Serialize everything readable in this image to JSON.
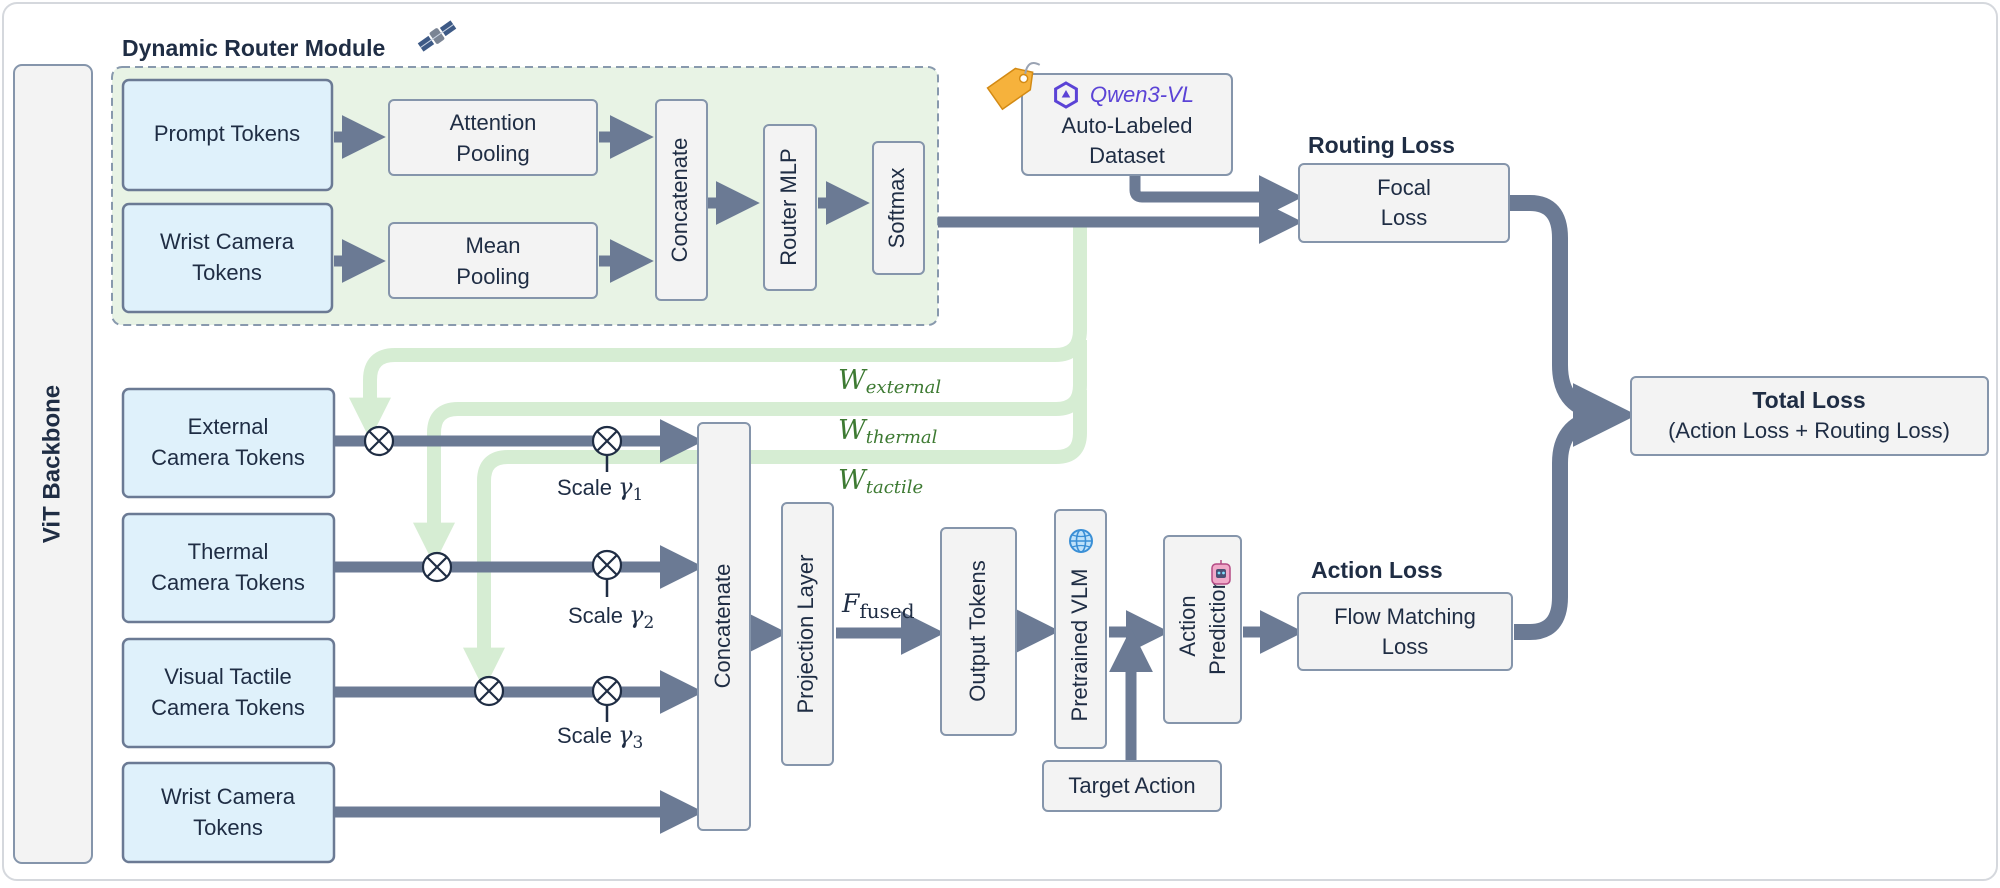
{
  "router": {
    "title": "Dynamic Router Module"
  },
  "backbone": {
    "label": "ViT Backbone"
  },
  "router_inputs": {
    "prompt": "Prompt Tokens",
    "wrist_l1": "Wrist Camera",
    "wrist_l2": "Tokens"
  },
  "pooling": {
    "attn_l1": "Attention",
    "attn_l2": "Pooling",
    "mean_l1": "Mean",
    "mean_l2": "Pooling"
  },
  "router_blocks": {
    "concat": "Concatenate",
    "mlp": "Router MLP",
    "softmax": "Softmax"
  },
  "dataset": {
    "brand": "Qwen3-VL",
    "l1": "Auto-Labeled",
    "l2": "Dataset"
  },
  "losses": {
    "routing_title": "Routing Loss",
    "focal_l1": "Focal",
    "focal_l2": "Loss",
    "action_title": "Action Loss",
    "flow_l1": "Flow Matching",
    "flow_l2": "Loss",
    "total_title": "Total Loss",
    "total_sub": "(Action Loss + Routing Loss)"
  },
  "weights": {
    "w_symbol": "W",
    "external": "external",
    "thermal": "thermal",
    "tactile": "tactile"
  },
  "tokens": {
    "external_l1": "External",
    "external_l2": "Camera  Tokens",
    "thermal_l1": "Thermal",
    "thermal_l2": "Camera  Tokens",
    "tactile_l1": "Visual  Tactile",
    "tactile_l2": "Camera  Tokens",
    "wrist_l1": "Wrist Camera",
    "wrist_l2": "Tokens"
  },
  "scales": {
    "s1_prefix": "Scale ",
    "s1_symbol": "γ",
    "s1_sub": "1",
    "s2_prefix": "Scale ",
    "s2_symbol": "γ",
    "s2_sub": "2",
    "s3_prefix": "Scale ",
    "s3_symbol": "γ",
    "s3_sub": "3"
  },
  "pipeline": {
    "concat": "Concatenate",
    "projection": "Projection Layer",
    "f_symbol": "F",
    "f_sub": "fused",
    "output": "Output Tokens",
    "vlm": "Pretrained VLM",
    "action_l1": "Action",
    "action_l2": "Prediction",
    "target": "Target Action"
  },
  "colors": {
    "arrow": "#6b7a94",
    "green": "#d6edd3",
    "router_bg": "#e8f3e5",
    "token_fill": "#dff1fb",
    "box_fill": "#f3f3f3",
    "box_stroke": "#8595ab",
    "text_dark": "#1f2d44",
    "weight_text": "#3d7a32",
    "qwen": "#5b43d6"
  },
  "icons": [
    "satellite-icon",
    "tag-icon",
    "qwen-logo-icon",
    "globe-icon",
    "robot-icon"
  ]
}
